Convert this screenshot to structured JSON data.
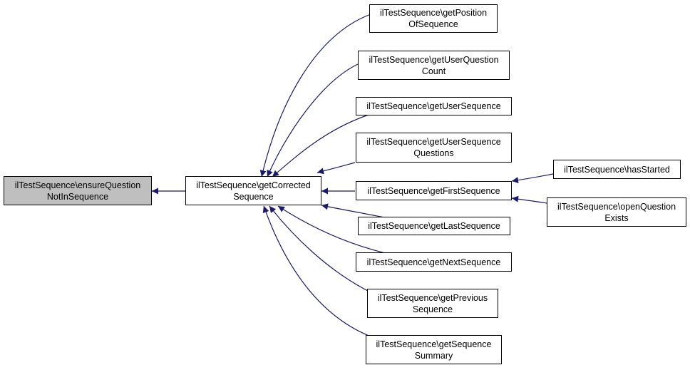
{
  "colors": {
    "edge": "#191970",
    "current_fill": "#bfbfbf",
    "node_fill": "#ffffff",
    "border": "#000000"
  },
  "nodes": {
    "ensure": {
      "line1": "ilTestSequence\\ensureQuestion",
      "line2": "NotInSequence"
    },
    "corrected": {
      "line1": "ilTestSequence\\getCorrected",
      "line2": "Sequence"
    },
    "position": {
      "line1": "ilTestSequence\\getPosition",
      "line2": "OfSequence"
    },
    "user_question_count": {
      "line1": "ilTestSequence\\getUserQuestion",
      "line2": "Count"
    },
    "user_sequence": {
      "line1": "ilTestSequence\\getUserSequence"
    },
    "user_sequence_questions": {
      "line1": "ilTestSequence\\getUserSequence",
      "line2": "Questions"
    },
    "first_sequence": {
      "line1": "ilTestSequence\\getFirstSequence"
    },
    "last_sequence": {
      "line1": "ilTestSequence\\getLastSequence"
    },
    "next_sequence": {
      "line1": "ilTestSequence\\getNextSequence"
    },
    "previous": {
      "line1": "ilTestSequence\\getPrevious",
      "line2": "Sequence"
    },
    "summary": {
      "line1": "ilTestSequence\\getSequence",
      "line2": "Summary"
    },
    "has_started": {
      "line1": "ilTestSequence\\hasStarted"
    },
    "open_question": {
      "line1": "ilTestSequence\\openQuestion",
      "line2": "Exists"
    }
  }
}
